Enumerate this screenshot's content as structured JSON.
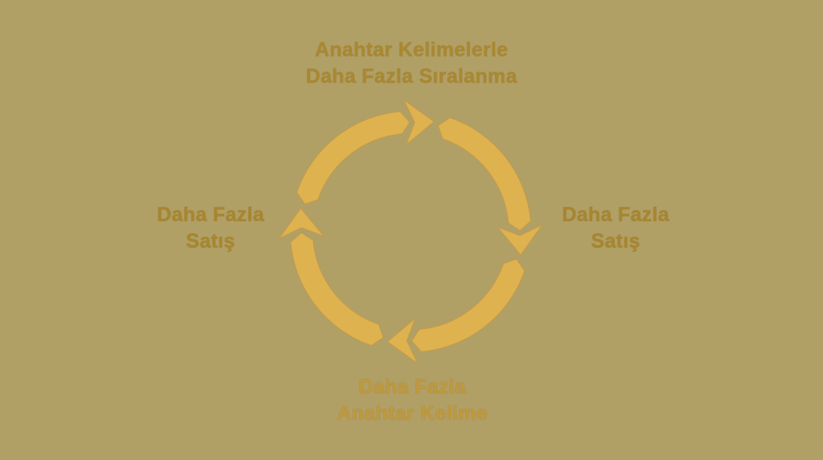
{
  "diagram": {
    "type": "cycle-diagram",
    "background_color": "#B1A066",
    "arrow_color": "#DFB250",
    "arrow_edge_color": "#BD944380",
    "labels": {
      "top": {
        "line1": "Anahtar Kelimelerle",
        "line2": "Daha Fazla Sıralanma",
        "color": "#AA8830"
      },
      "right": {
        "line1": "Daha Fazla",
        "line2": "Satış",
        "color": "#A8862E"
      },
      "bottom": {
        "line1": "Daha Fazla",
        "line2": "Anahtar Kelime",
        "color": "#C0993C"
      },
      "left": {
        "line1": "Daha Fazla",
        "line2": "Satış",
        "color": "#A8862E"
      }
    }
  }
}
